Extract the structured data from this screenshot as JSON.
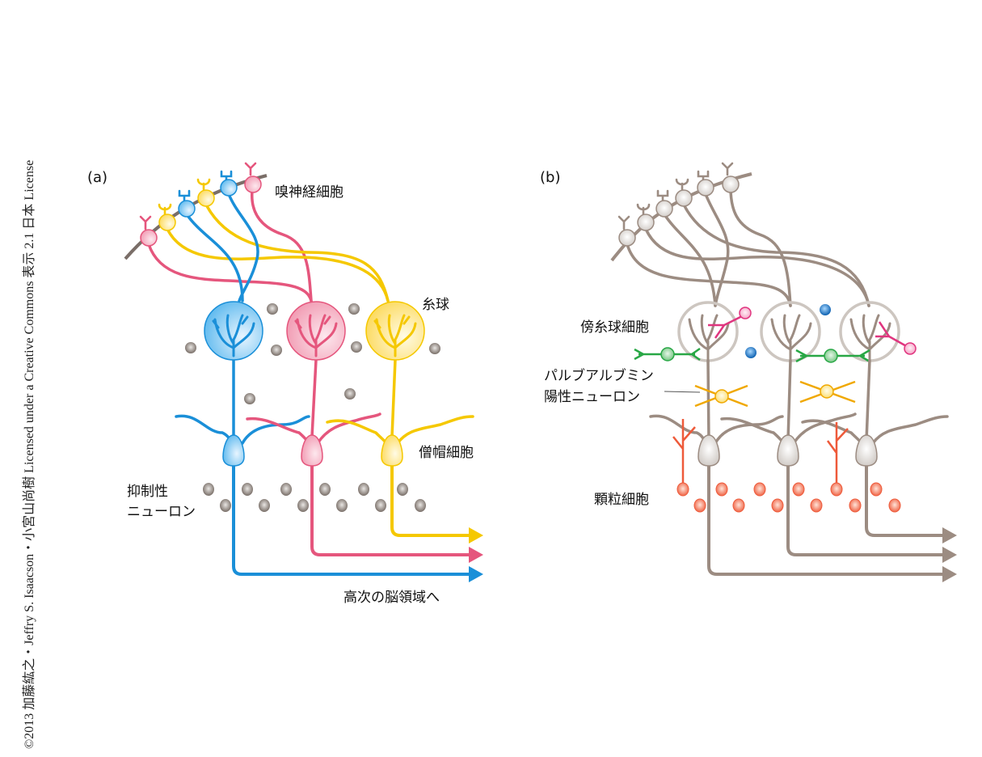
{
  "credit": "©2013 加藤紘之・Jeffry S. Isaacson・小宮山尚樹 Licensed under a Creative Commons 表示 2.1 日本 License",
  "panel_a": {
    "label": "(a)",
    "labels": {
      "olfactory_neuron": "嗅神経細胞",
      "glomerulus": "糸球",
      "mitral_cell": "僧帽細胞",
      "inhibitory_neuron_line1": "抑制性",
      "inhibitory_neuron_line2": "ニューロン",
      "to_higher_brain": "高次の脳領域へ"
    }
  },
  "panel_b": {
    "label": "(b)",
    "labels": {
      "periglomerular_cell": "傍糸球細胞",
      "parvalbumin_line1": "パルブアルブミン",
      "parvalbumin_line2": "陽性ニューロン",
      "granule_cell": "顆粒細胞"
    }
  },
  "colors": {
    "blue": "#1a8fd8",
    "pink": "#e5567d",
    "yellow": "#f5c800",
    "gray_brown": "#9c8c82",
    "membrane": "#7a6e68",
    "green": "#28a745",
    "magenta": "#e0357f",
    "orange_pv": "#f0a800",
    "granule": "#ee5a3a",
    "interneuron_dot": "#7b706a"
  }
}
